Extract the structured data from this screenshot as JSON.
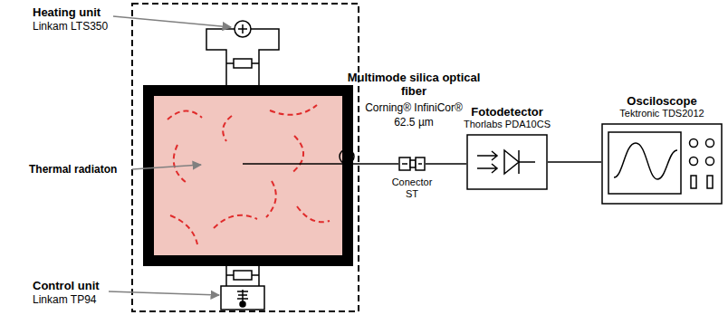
{
  "diagram": {
    "nodes": [
      {
        "text": [
          "Conector ST"
        ]
      },
      {
        "text": [
          "Fotodetector",
          "Thorlabs PDA10CS"
        ]
      },
      {
        "text": [
          "Osciloscope",
          "Tektronic TDS2012"
        ]
      }
    ],
    "edges": [
      {
        "from": 0,
        "to": 1,
        "arrow": "none"
      },
      {
        "from": 1,
        "to": 2,
        "arrow": "none"
      }
    ],
    "labels": [
      "Heating unit",
      "Linkam LTS350",
      "Thermal radiaton",
      "Control unit",
      "Linkam TP94",
      "Multimode silica optical fiber",
      "Corning® InfiniCor®",
      "62.5 µm"
    ]
  }
}
